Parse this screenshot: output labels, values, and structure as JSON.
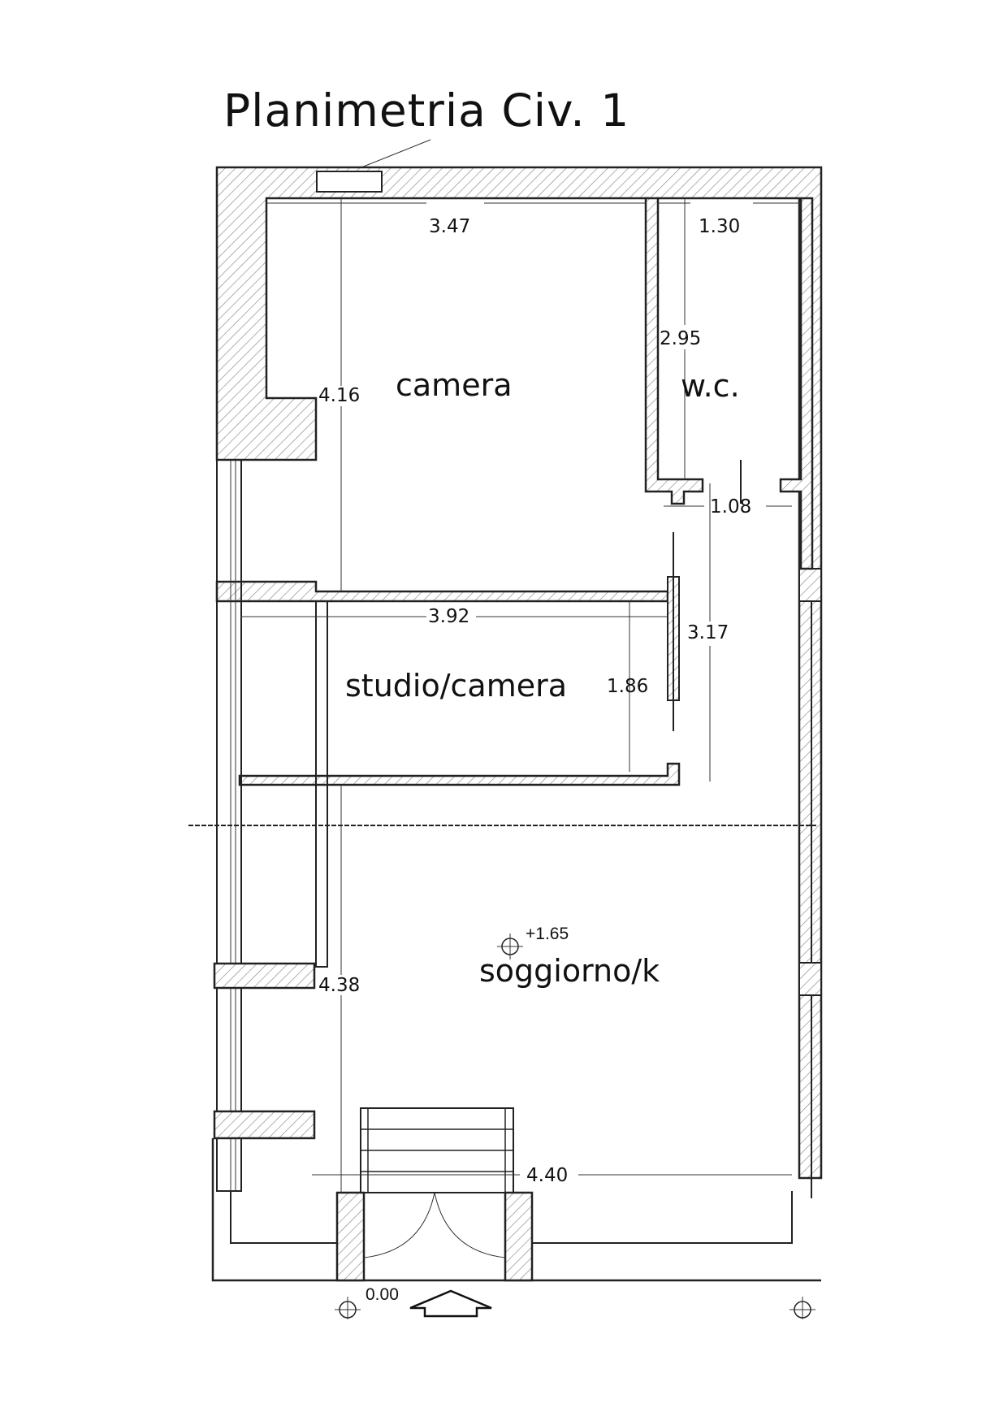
{
  "title": "Planimetria Civ. 1",
  "rooms": {
    "camera": "camera",
    "wc": "w.c.",
    "studio": "studio/camera",
    "soggiorno": "soggiorno/k"
  },
  "dimensions": {
    "camera_width": "3.47",
    "camera_depth": "4.16",
    "wc_width": "1.30",
    "wc_depth": "2.95",
    "door_width": "1.08",
    "studio_width": "3.92",
    "studio_depth": "1.86",
    "corridor_length": "3.17",
    "soggiorno_depth": "4.38",
    "soggiorno_width": "4.40"
  },
  "levels": {
    "interior": "+1.65",
    "ground": "0.00"
  },
  "icons": {
    "entrance": "entrance-arrow-icon",
    "level_marker": "level-marker-icon"
  }
}
